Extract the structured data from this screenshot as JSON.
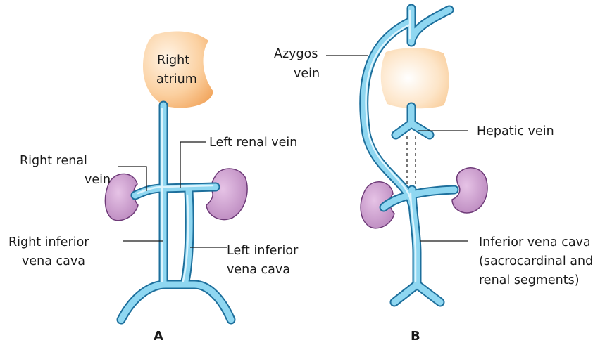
{
  "diagram": {
    "panel_a": {
      "label": "A",
      "right_atrium": [
        "Right",
        "atrium"
      ],
      "right_renal_vein": [
        "Right renal",
        "vein"
      ],
      "left_renal_vein": "Left renal vein",
      "right_inferior_vena_cava": [
        "Right inferior",
        "vena cava"
      ],
      "left_inferior_vena_cava": [
        "Left inferior",
        "vena cava"
      ]
    },
    "panel_b": {
      "label": "B",
      "azygos_vein": [
        "Azygos",
        "vein"
      ],
      "hepatic_vein": "Hepatic vein",
      "inferior_vena_cava": [
        "Inferior vena cava",
        "(sacrocardinal and",
        "renal segments)"
      ]
    }
  },
  "colors": {
    "vein_outline": "#1d6f9c",
    "vein_fill": "#8fd7f1",
    "vein_highlight": "#e6f8ff",
    "kidney_outline": "#6e3a78",
    "kidney_fill": "#c697c8",
    "atrium_fill": "#f7b97b",
    "leader_line": "#1a1a1a"
  }
}
